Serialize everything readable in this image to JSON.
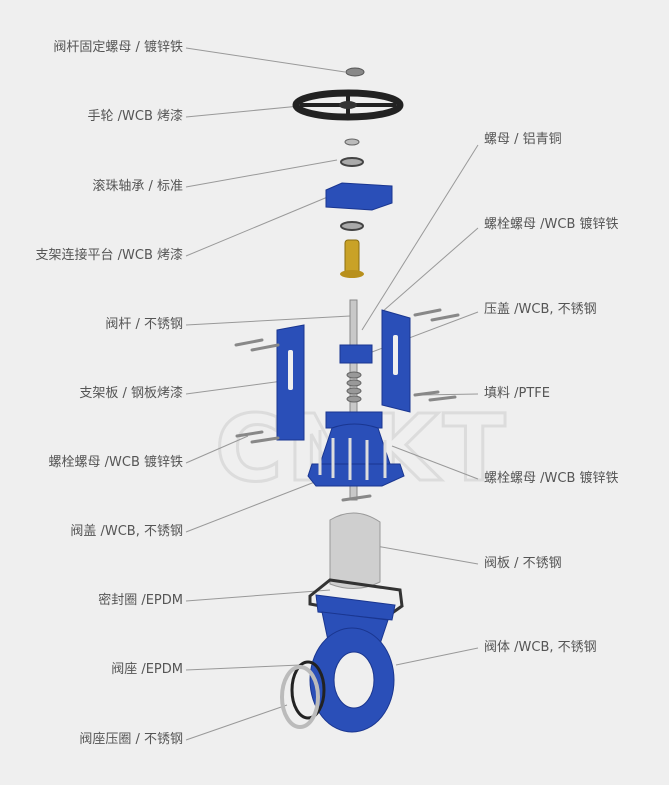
{
  "watermark": "CNKT",
  "colors": {
    "body_blue": "#2a4fb8",
    "steel": "#c8c8c8",
    "brass": "#c9a227",
    "text": "#555555",
    "leader": "#999999",
    "background": "#efefef"
  },
  "labels_left": [
    "阀杆固定螺母 / 镀锌铁",
    "手轮 /WCB 烤漆",
    "滚珠轴承 / 标准",
    "支架连接平台 /WCB 烤漆",
    "阀杆 / 不锈钢",
    "支架板 / 钢板烤漆",
    "螺栓螺母 /WCB 镀锌铁",
    "阀盖 /WCB, 不锈钢",
    "密封圈 /EPDM",
    "阀座 /EPDM",
    "阀座压圈 / 不锈钢"
  ],
  "labels_right": [
    "螺母 / 铝青铜",
    "螺栓螺母 /WCB 镀锌铁",
    "压盖 /WCB, 不锈钢",
    "填料 /PTFE",
    "螺栓螺母 /WCB 镀锌铁",
    "阀板 / 不锈钢",
    "阀体 /WCB, 不锈钢"
  ]
}
